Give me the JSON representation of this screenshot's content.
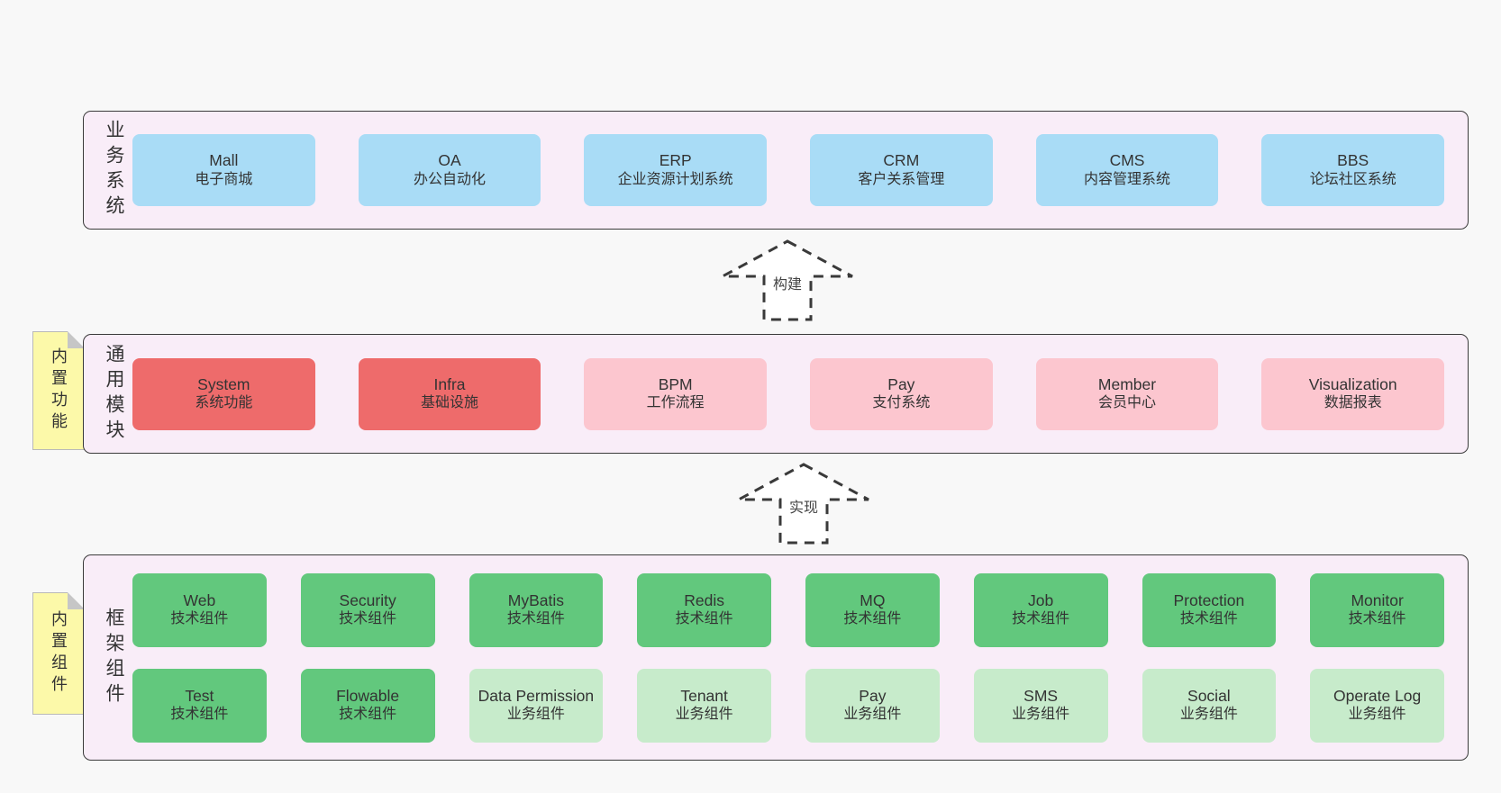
{
  "colors": {
    "page_bg": "#f8f8f8",
    "panel_bg": "#f9edf8",
    "panel_border": "#3b3b3b",
    "blue": "#a9dcf6",
    "red": "#ee6b6b",
    "pink": "#fcc6cf",
    "green": "#62c87d",
    "light_green": "#c7ebcb",
    "sticky_yellow": "#fcf9a9",
    "text": "#333333"
  },
  "arrows": {
    "build": "构建",
    "implement": "实现"
  },
  "layers": {
    "business": {
      "label": "业务系统",
      "boxes": [
        {
          "name": "Mall",
          "subtitle": "电子商城"
        },
        {
          "name": "OA",
          "subtitle": "办公自动化"
        },
        {
          "name": "ERP",
          "subtitle": "企业资源计划系统"
        },
        {
          "name": "CRM",
          "subtitle": "客户关系管理"
        },
        {
          "name": "CMS",
          "subtitle": "内容管理系统"
        },
        {
          "name": "BBS",
          "subtitle": "论坛社区系统"
        }
      ]
    },
    "modules": {
      "label": "通用模块",
      "note": "内置功能",
      "boxes": [
        {
          "name": "System",
          "subtitle": "系统功能"
        },
        {
          "name": "Infra",
          "subtitle": "基础设施"
        },
        {
          "name": "BPM",
          "subtitle": "工作流程"
        },
        {
          "name": "Pay",
          "subtitle": "支付系统"
        },
        {
          "name": "Member",
          "subtitle": "会员中心"
        },
        {
          "name": "Visualization",
          "subtitle": "数据报表"
        }
      ]
    },
    "components": {
      "label": "框架组件",
      "note": "内置组件",
      "row1": [
        {
          "name": "Web",
          "subtitle": "技术组件"
        },
        {
          "name": "Security",
          "subtitle": "技术组件"
        },
        {
          "name": "MyBatis",
          "subtitle": "技术组件"
        },
        {
          "name": "Redis",
          "subtitle": "技术组件"
        },
        {
          "name": "MQ",
          "subtitle": "技术组件"
        },
        {
          "name": "Job",
          "subtitle": "技术组件"
        },
        {
          "name": "Protection",
          "subtitle": "技术组件"
        },
        {
          "name": "Monitor",
          "subtitle": "技术组件"
        }
      ],
      "row2": [
        {
          "name": "Test",
          "subtitle": "技术组件"
        },
        {
          "name": "Flowable",
          "subtitle": "技术组件"
        },
        {
          "name": "Data Permission",
          "subtitle": "业务组件"
        },
        {
          "name": "Tenant",
          "subtitle": "业务组件"
        },
        {
          "name": "Pay",
          "subtitle": "业务组件"
        },
        {
          "name": "SMS",
          "subtitle": "业务组件"
        },
        {
          "name": "Social",
          "subtitle": "业务组件"
        },
        {
          "name": "Operate Log",
          "subtitle": "业务组件"
        }
      ]
    }
  }
}
